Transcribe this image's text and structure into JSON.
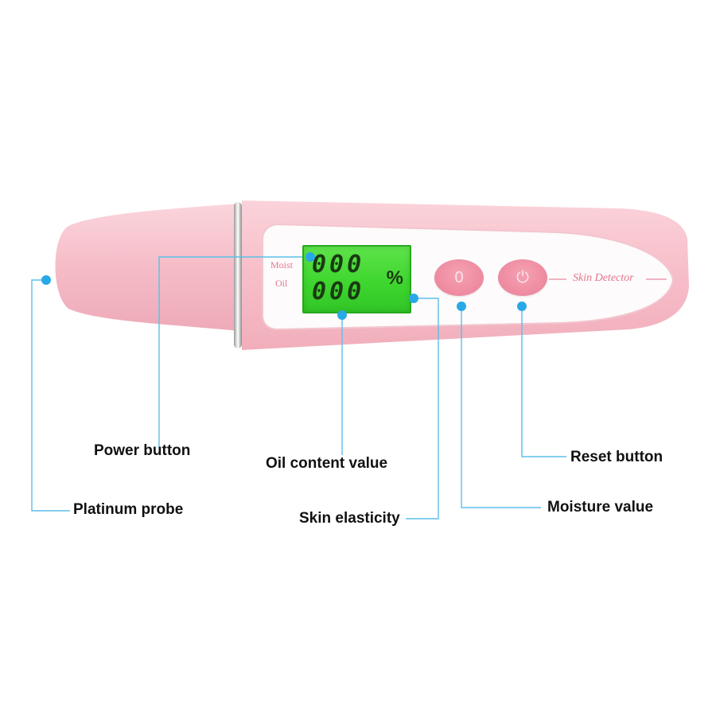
{
  "device": {
    "display_labels": {
      "moist": "Moist",
      "oil": "Oil"
    },
    "lcd": {
      "moist_reading": "000",
      "oil_reading": "000",
      "unit": "%"
    },
    "buttons": {
      "reset_glyph": "0",
      "power_glyph": "⏻"
    },
    "brand": "Skin Detector"
  },
  "callouts": {
    "power_button": "Power button",
    "platinum_probe": "Platinum probe",
    "oil_content_value": "Oil content value",
    "skin_elasticity": "Skin elasticity",
    "reset_button": "Reset button",
    "moisture_value": "Moisture value"
  },
  "colors": {
    "body_pink": "#f7c2cc",
    "lcd_green": "#46d836",
    "callout_blue": "#29a8e6",
    "button_pink": "#ef8aa0"
  }
}
